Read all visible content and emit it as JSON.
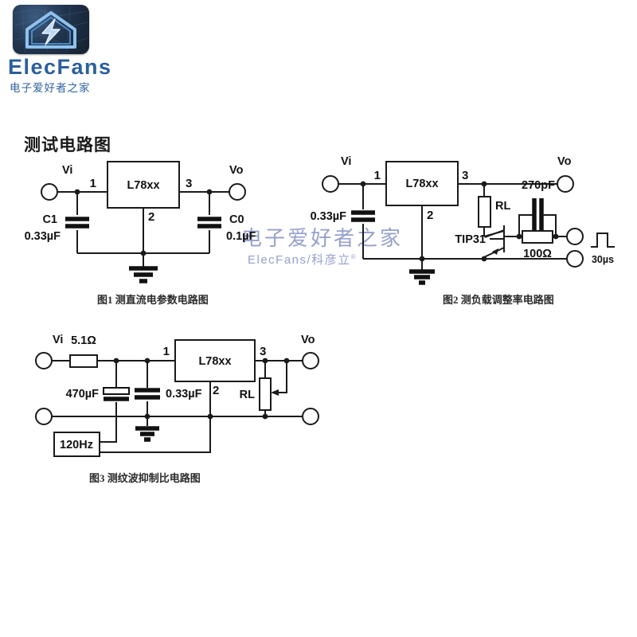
{
  "brand": {
    "logo_icon": "house-lightning-logo-icon",
    "name": "ElecFans",
    "subtitle": "电子爱好者之家"
  },
  "section": {
    "title": "测试电路图"
  },
  "watermark": {
    "main": "电子爱好者之家",
    "sub": "ElecFans/科彦立",
    "registered_mark": "®"
  },
  "colors": {
    "brand_blue": "#2c5f9e",
    "watermark": "#8e98c8",
    "line": "#1a1a1a",
    "background": "#ffffff"
  },
  "figures": [
    {
      "id": "fig1",
      "caption": "图1  测直流电参数电路图",
      "chip": "L78xx",
      "pins": {
        "in": "1",
        "gnd": "2",
        "out": "3"
      },
      "terminals": {
        "input": "Vi",
        "output": "Vo"
      },
      "components": [
        {
          "ref": "C1",
          "value": "0.33µF",
          "type": "capacitor"
        },
        {
          "ref": "C0",
          "value": "0.1µF",
          "type": "capacitor"
        }
      ],
      "ground": "ground-symbol"
    },
    {
      "id": "fig2",
      "caption": "图2  测负载调整率电路图",
      "chip": "L78xx",
      "pins": {
        "in": "1",
        "gnd": "2",
        "out": "3"
      },
      "terminals": {
        "input": "Vi",
        "output": "Vo"
      },
      "components": [
        {
          "ref": "",
          "value": "0.33µF",
          "type": "capacitor"
        },
        {
          "ref": "RL",
          "value": "",
          "type": "resistor"
        },
        {
          "ref": "",
          "value": "270pF",
          "type": "capacitor"
        },
        {
          "ref": "",
          "value": "100Ω",
          "type": "resistor"
        },
        {
          "ref": "TIP31",
          "value": "",
          "type": "transistor"
        }
      ],
      "pulse_label": "30µs",
      "ground": "ground-symbol"
    },
    {
      "id": "fig3",
      "caption": "图3  测纹波抑制比电路图",
      "chip": "L78xx",
      "pins": {
        "in": "1",
        "gnd": "2",
        "out": "3"
      },
      "terminals": {
        "input": "Vi",
        "output": "Vo"
      },
      "components": [
        {
          "ref": "",
          "value": "5.1Ω",
          "type": "resistor"
        },
        {
          "ref": "",
          "value": "470µF",
          "type": "polarized-capacitor"
        },
        {
          "ref": "",
          "value": "0.33µF",
          "type": "capacitor"
        },
        {
          "ref": "RL",
          "value": "",
          "type": "potentiometer"
        }
      ],
      "source_label": "120Hz",
      "ground": "ground-symbol"
    }
  ]
}
